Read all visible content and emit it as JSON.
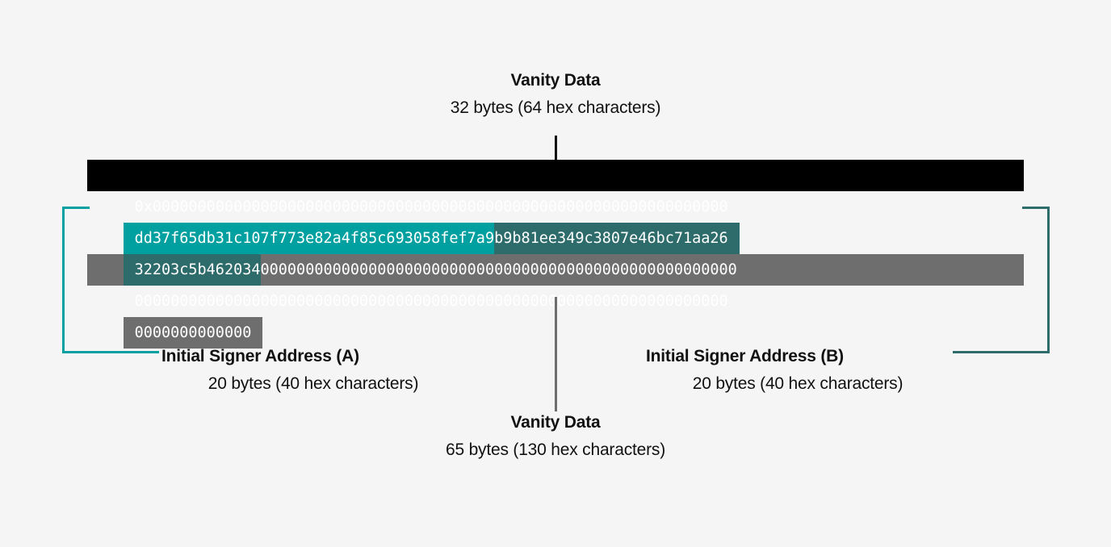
{
  "diagram": {
    "background_color": "#f5f5f5",
    "colors": {
      "vanity_top": "#000000",
      "address_a": "#00a0a0",
      "address_b": "#2e6b6b",
      "vanity_bottom": "#6e6e6e"
    },
    "top_label": {
      "title": "Vanity Data",
      "subtitle": "32 bytes (64 hex characters)"
    },
    "bottom_label": {
      "title": "Vanity Data",
      "subtitle": "65 bytes (130 hex characters)"
    },
    "label_a": {
      "title": "Initial Signer Address (A)",
      "subtitle": "20 bytes (40 hex characters)"
    },
    "label_b": {
      "title": "Initial Signer Address (B)",
      "subtitle": "20 bytes (40 hex characters)"
    },
    "hex": {
      "row1": {
        "prefix": "0x",
        "zeros": "0000000000000000000000000000000000000000000000000000000000000000"
      },
      "row2": {
        "address_a": "dd37f65db31c107f773e82a4f85c693058fef7a9",
        "address_b_part1": "b9b81ee349c3807e46bc71aa26"
      },
      "row3": {
        "address_b_part2": "32203c5b462034",
        "zeros": "00000000000000000000000000000000000000000000000000000"
      },
      "row4": {
        "zeros": "000000000000000000000000000000000000000000000000000000000000000000"
      },
      "row5": {
        "zeros": "0000000000000"
      }
    }
  }
}
